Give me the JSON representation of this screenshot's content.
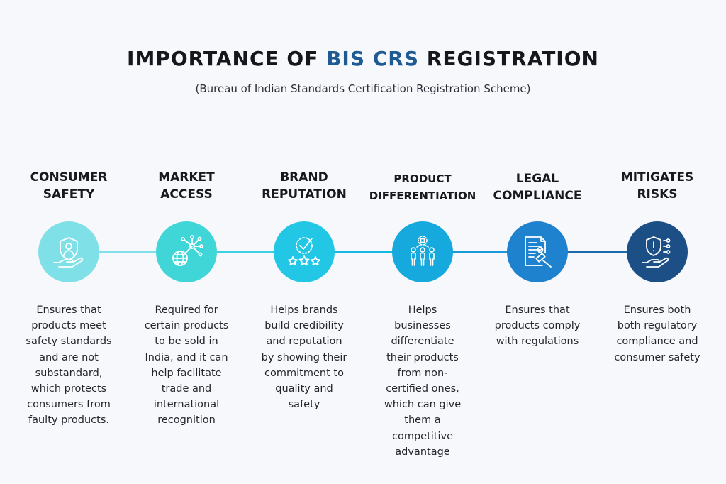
{
  "title": {
    "prefix": "IMPORTANCE OF ",
    "accent": "BIS CRS",
    "suffix": " REGISTRATION"
  },
  "subtitle": "(Bureau of Indian Standards Certification Registration Scheme)",
  "colors": {
    "accent": "#1f5b92",
    "circles": [
      "#7fe0e8",
      "#40d6d8",
      "#22c7e6",
      "#15a9dd",
      "#1e82cf",
      "#1b4f86"
    ],
    "lines": [
      "#7fe0e8",
      "#3fd0e2",
      "#19b8e2",
      "#1a98d8",
      "#1a69ad"
    ]
  },
  "steps": [
    {
      "heading": [
        "CONSUMER",
        "SAFETY"
      ],
      "icon": "hand-shield-person-icon",
      "description": [
        "Ensures that",
        "products meet",
        "safety standards",
        "and are not",
        "substandard,",
        "which protects",
        "consumers from",
        "faulty products."
      ]
    },
    {
      "heading": [
        "MARKET",
        "ACCESS"
      ],
      "icon": "globe-network-icon",
      "description": [
        "Required for",
        "certain products",
        "to be sold in",
        "India, and it can",
        "help facilitate",
        "trade and",
        "international",
        "recognition"
      ]
    },
    {
      "heading": [
        "BRAND",
        "REPUTATION"
      ],
      "icon": "check-badge-stars-icon",
      "description": [
        "Helps brands",
        "build credibility",
        "and reputation",
        "by showing their",
        "commitment to",
        "quality and",
        "safety"
      ]
    },
    {
      "heading": [
        "PRODUCT",
        "DIFFERENTIATION"
      ],
      "icon": "people-differentiation-icon",
      "description": [
        "Helps",
        "businesses",
        "differentiate",
        "their products",
        "from non-",
        "certified ones,",
        "which can give",
        "them a",
        "competitive",
        "advantage"
      ]
    },
    {
      "heading": [
        "LEGAL",
        "COMPLIANCE"
      ],
      "icon": "document-gavel-icon",
      "description": [
        "Ensures that",
        "products comply",
        "with regulations"
      ]
    },
    {
      "heading": [
        "MITIGATES",
        "RISKS"
      ],
      "icon": "hand-shield-alert-icon",
      "description": [
        "Ensures both",
        "both regulatory",
        "compliance and",
        "consumer safety"
      ]
    }
  ]
}
